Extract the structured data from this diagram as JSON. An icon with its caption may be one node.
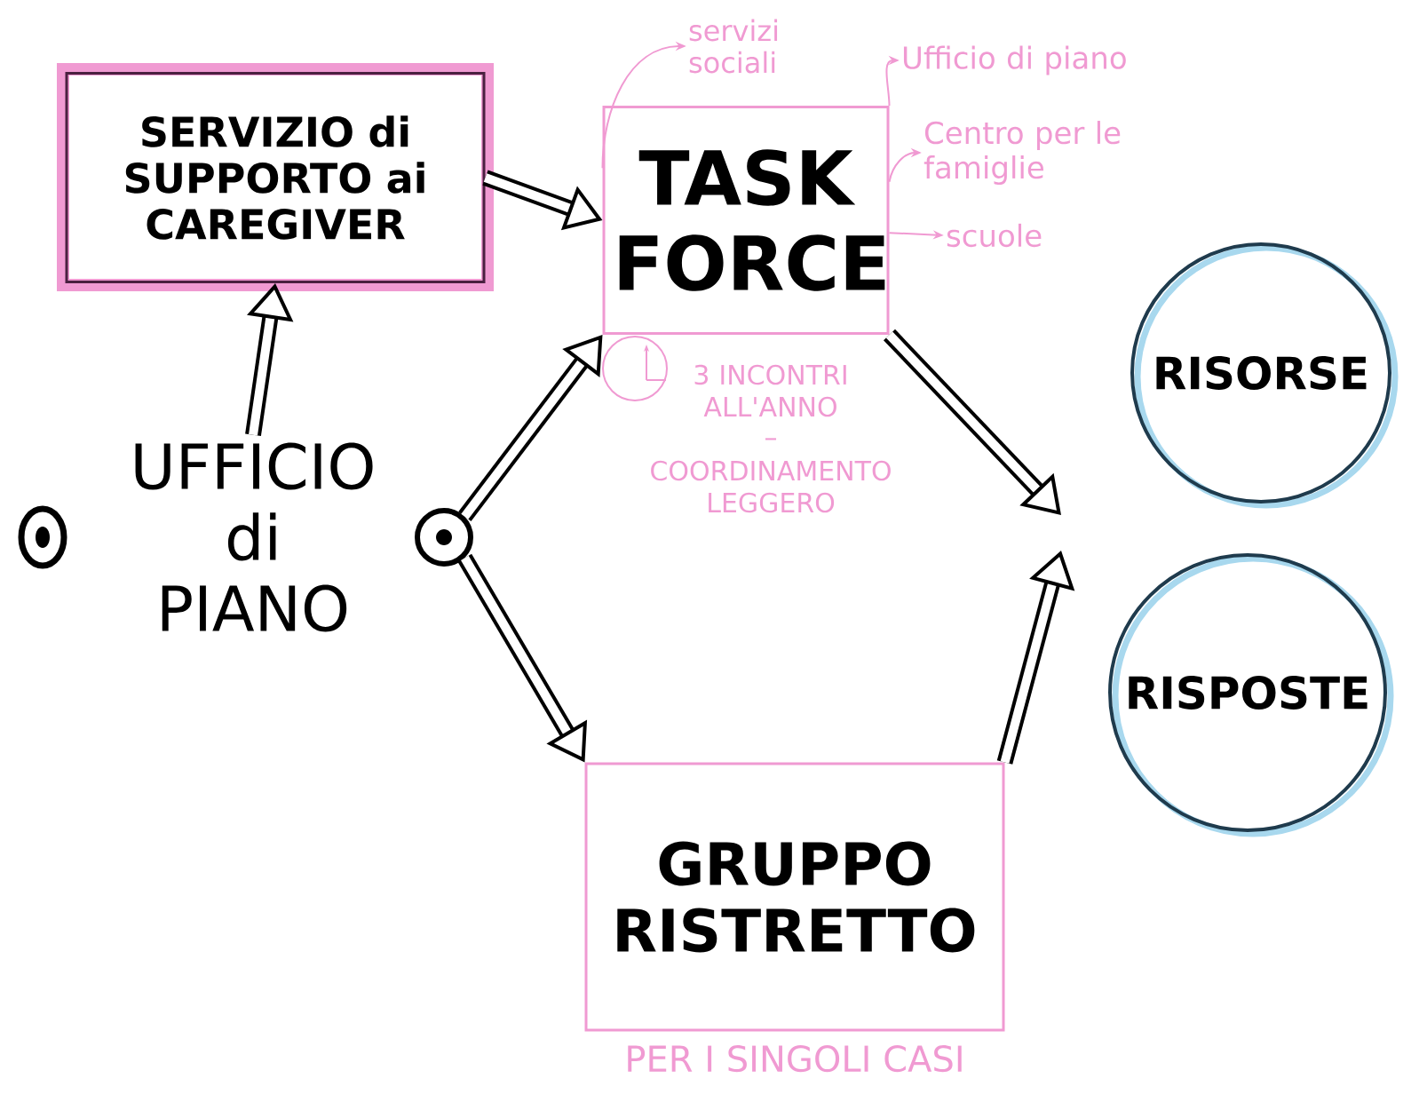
{
  "diagram": {
    "nodes": [
      {
        "text": [
          "SERVIZIO di SUPPORTO ai CAREGIVER"
        ]
      },
      {
        "text": [
          "TASK FORCE"
        ]
      },
      {
        "text": [
          "UFFICIO di PIANO"
        ]
      },
      {
        "text": [],
        "shape": "circle"
      },
      {
        "text": [
          "GRUPPO RISTRETTO"
        ],
        "beside": [
          "PER I SINGOLI CASI"
        ]
      },
      {
        "text": [
          "RISORSE"
        ]
      },
      {
        "text": [
          "RISPOSTE"
        ]
      },
      {
        "text": [
          "servizi sociali"
        ]
      },
      {
        "text": [
          "Ufficio di piano"
        ]
      },
      {
        "text": [
          "Centro per le famiglie"
        ]
      },
      {
        "text": [
          "scuole"
        ]
      }
    ],
    "edges": [
      {
        "from": 2,
        "to": 0,
        "arrow": "to"
      },
      {
        "from": 0,
        "to": 1,
        "arrow": "to"
      },
      {
        "from": 3,
        "to": 1,
        "arrow": "to"
      },
      {
        "from": 3,
        "to": 4,
        "arrow": "to"
      },
      {
        "from": 1,
        "to": null,
        "arrow": "to"
      },
      {
        "from": 4,
        "to": null,
        "arrow": "to"
      },
      {
        "from": 1,
        "to": 7,
        "arrow": "to",
        "color": "#f09ad2"
      },
      {
        "from": 1,
        "to": 8,
        "arrow": "to",
        "color": "#f09ad2"
      },
      {
        "from": 1,
        "to": 9,
        "arrow": "to",
        "color": "#f09ad2"
      },
      {
        "from": 1,
        "to": 10,
        "arrow": "to",
        "color": "#f09ad2"
      }
    ],
    "labels": [
      "3 INCONTRI ALL'ANNO",
      "–",
      "COORDINAMENTO LEGGERO"
    ]
  }
}
